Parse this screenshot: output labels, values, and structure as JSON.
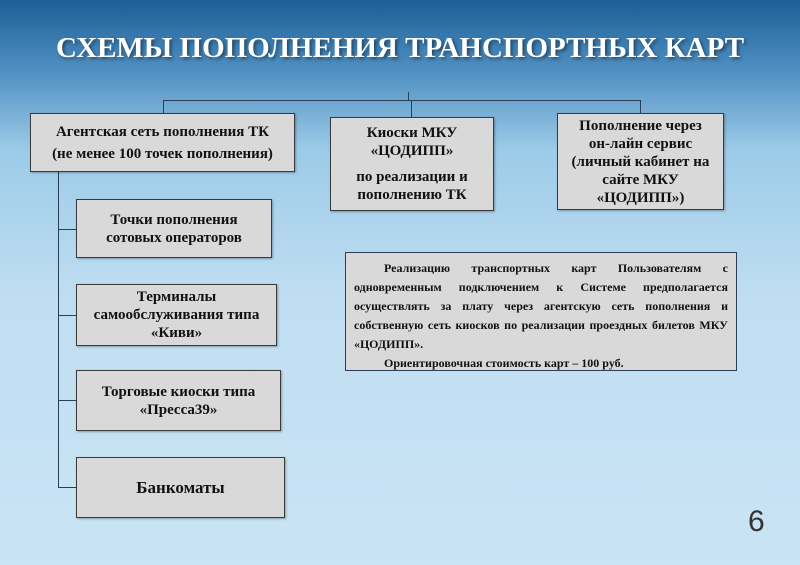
{
  "title": "СХЕМЫ ПОПОЛНЕНИЯ ТРАНСПОРТНЫХ КАРТ",
  "top_boxes": [
    {
      "lines": [
        "Агентская сеть пополнения ТК",
        "(не менее 100 точек пополнения)"
      ]
    },
    {
      "lines": [
        "Киоски МКУ",
        "«ЦОДИПП»",
        "по реализации и",
        "пополнению ТК"
      ]
    },
    {
      "lines": [
        "Пополнение через",
        "он-лайн сервис",
        "(личный кабинет на",
        "сайте МКУ",
        "«ЦОДИПП»)"
      ]
    }
  ],
  "sub_boxes": [
    {
      "lines": [
        "Точки пополнения",
        "сотовых операторов"
      ]
    },
    {
      "lines": [
        "Терминалы",
        "самообслуживания типа",
        "«Киви»"
      ]
    },
    {
      "lines": [
        "Торговые киоски типа",
        "«Пресса39»"
      ]
    },
    {
      "lines": [
        "Банкоматы"
      ]
    }
  ],
  "note": {
    "paragraph1": "Реализацию транспортных карт Пользователям с одновременным подключением к Системе предполагается осуществлять за плату через агентскую сеть пополнения и собственную сеть киосков по реализации проездных билетов МКУ «ЦОДИПП».",
    "paragraph2": "Ориентировочная стоимость карт  –  100 руб."
  },
  "page_number": "6"
}
